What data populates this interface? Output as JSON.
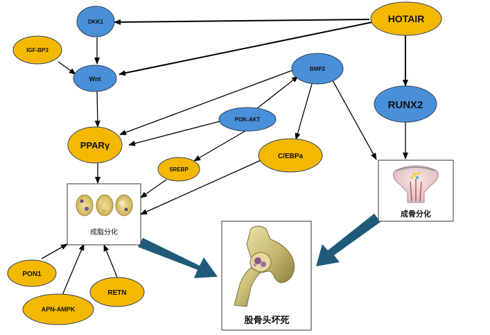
{
  "colors": {
    "blue_node": "#4a90d9",
    "yellow_node": "#f5b800",
    "node_stroke": "#2f3f5a",
    "edge": "#000000",
    "big_arrow": "#1f5a7a",
    "box_stroke": "#333333"
  },
  "nodes": {
    "hotair": "HOTAIR",
    "runx2": "RUNX2",
    "dkk1": "DKK1",
    "igfbp3": "IGF-BP3",
    "wnt": "Wnt",
    "bmp2": "BMP2",
    "pparg": "PPARγ",
    "pi3k": "PI3K-AKT",
    "srebp": "SREBP",
    "cebpa": "C/EBPa",
    "pon1": "PON1",
    "apn": "APN-AMPK",
    "retn": "RETN"
  },
  "boxes": {
    "adipogenesis": "成脂分化",
    "osteogenesis": "成骨分化",
    "necrosis": "股骨头坏死"
  },
  "icons": {
    "adipocytes": "fat-cells-illustration",
    "bone_end": "bone-cross-section-illustration",
    "hip_joint": "femoral-head-hip-joint-illustration"
  }
}
